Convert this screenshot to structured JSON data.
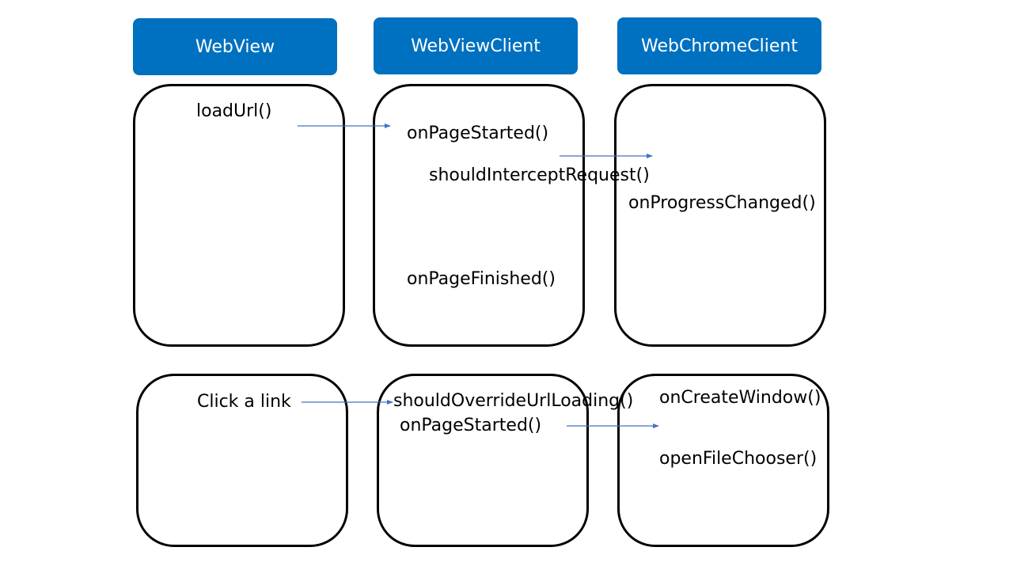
{
  "colors": {
    "header_bg": "#0070C0",
    "header_text": "#FFFFFF",
    "box_border": "#000000",
    "arrow": "#4472C4"
  },
  "headers": {
    "webview": "WebView",
    "webviewclient": "WebViewClient",
    "webchromeclient": "WebChromeClient"
  },
  "flow_load": {
    "webview_call": "loadUrl()",
    "client_page_started": "onPageStarted()",
    "client_intercept": "shouldInterceptRequest()",
    "client_page_finished": "onPageFinished()",
    "chrome_progress": "onProgressChanged()"
  },
  "flow_link": {
    "webview_action": "Click a link",
    "client_override": "shouldOverrideUrlLoading()",
    "client_page_started": "onPageStarted()",
    "chrome_create_window": "onCreateWindow()",
    "chrome_file_chooser": "openFileChooser()"
  }
}
